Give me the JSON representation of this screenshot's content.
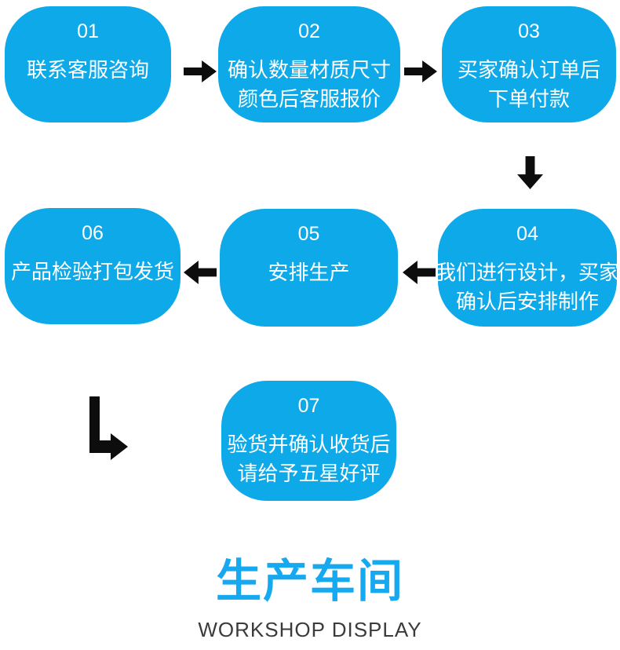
{
  "colors": {
    "box_blue": "#0ea9e9",
    "title_blue": "#17a9ef",
    "arrow_black": "#0d0d0d",
    "box_text_white": "#ffffff",
    "subtitle_gray": "#3b3b3b",
    "background": "#ffffff"
  },
  "flow": {
    "steps": [
      {
        "number": "01",
        "lines": [
          "联系客服咨询"
        ]
      },
      {
        "number": "02",
        "lines": [
          "确认数量材质尺寸",
          "颜色后客服报价"
        ]
      },
      {
        "number": "03",
        "lines": [
          "买家确认订单后",
          "下单付款"
        ]
      },
      {
        "number": "04",
        "lines": [
          "我们进行设计，买家",
          "确认后安排制作"
        ]
      },
      {
        "number": "05",
        "lines": [
          "安排生产"
        ]
      },
      {
        "number": "06",
        "lines": [
          "产品检验打包发货"
        ]
      },
      {
        "number": "07",
        "lines": [
          "验货并确认收货后",
          "请给予五星好评"
        ]
      }
    ],
    "arrow_directions": [
      "right",
      "right",
      "down",
      "left",
      "left",
      "elbow-down-right"
    ]
  },
  "footer": {
    "title": "生产车间",
    "subtitle": "WORKSHOP DISPLAY"
  }
}
